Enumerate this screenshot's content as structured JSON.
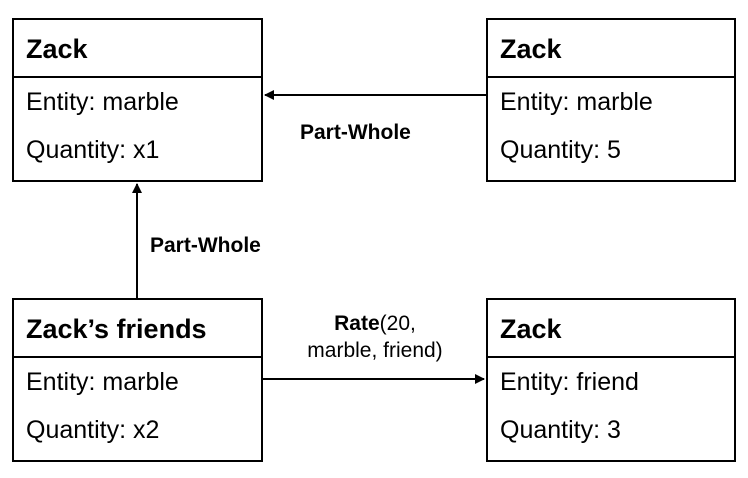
{
  "nodes": {
    "top_left": {
      "title": "Zack",
      "entity": "Entity: marble",
      "quantity": "Quantity: x1"
    },
    "top_right": {
      "title": "Zack",
      "entity": "Entity: marble",
      "quantity": "Quantity: 5"
    },
    "bottom_left": {
      "title": "Zack’s friends",
      "entity": "Entity: marble",
      "quantity": "Quantity: x2"
    },
    "bottom_right": {
      "title": "Zack",
      "entity": "Entity: friend",
      "quantity": "Quantity: 3"
    }
  },
  "edges": {
    "top": {
      "label": "Part-Whole"
    },
    "left": {
      "label": "Part-Whole"
    },
    "rate": {
      "label_bold": "Rate",
      "label_rest": "(20,",
      "label_line2": "marble, friend)"
    }
  }
}
